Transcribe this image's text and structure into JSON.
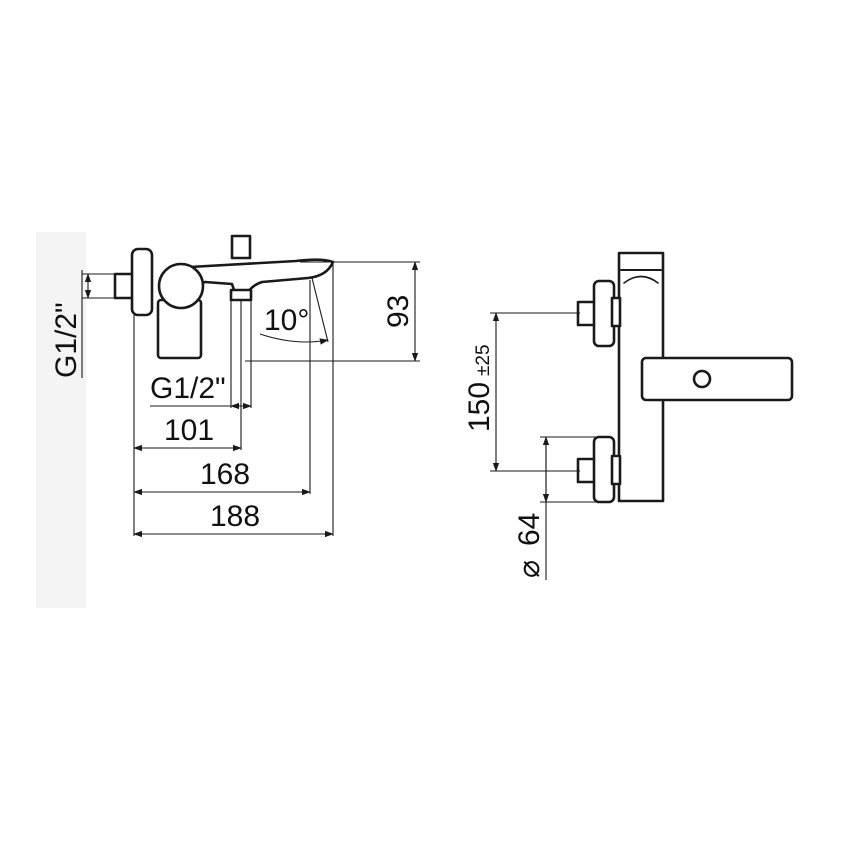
{
  "side_view": {
    "inlet_thread": "G1/2\"",
    "outlet_thread": "G1/2\"",
    "spout_angle": "10°",
    "height": "93",
    "depth_outlet": "101",
    "depth_spout": "168",
    "depth_total": "188"
  },
  "front_view": {
    "centres": "150",
    "centres_tolerance": "±25",
    "diameter_symbol": "⌀",
    "escutcheon_diameter": "64"
  }
}
